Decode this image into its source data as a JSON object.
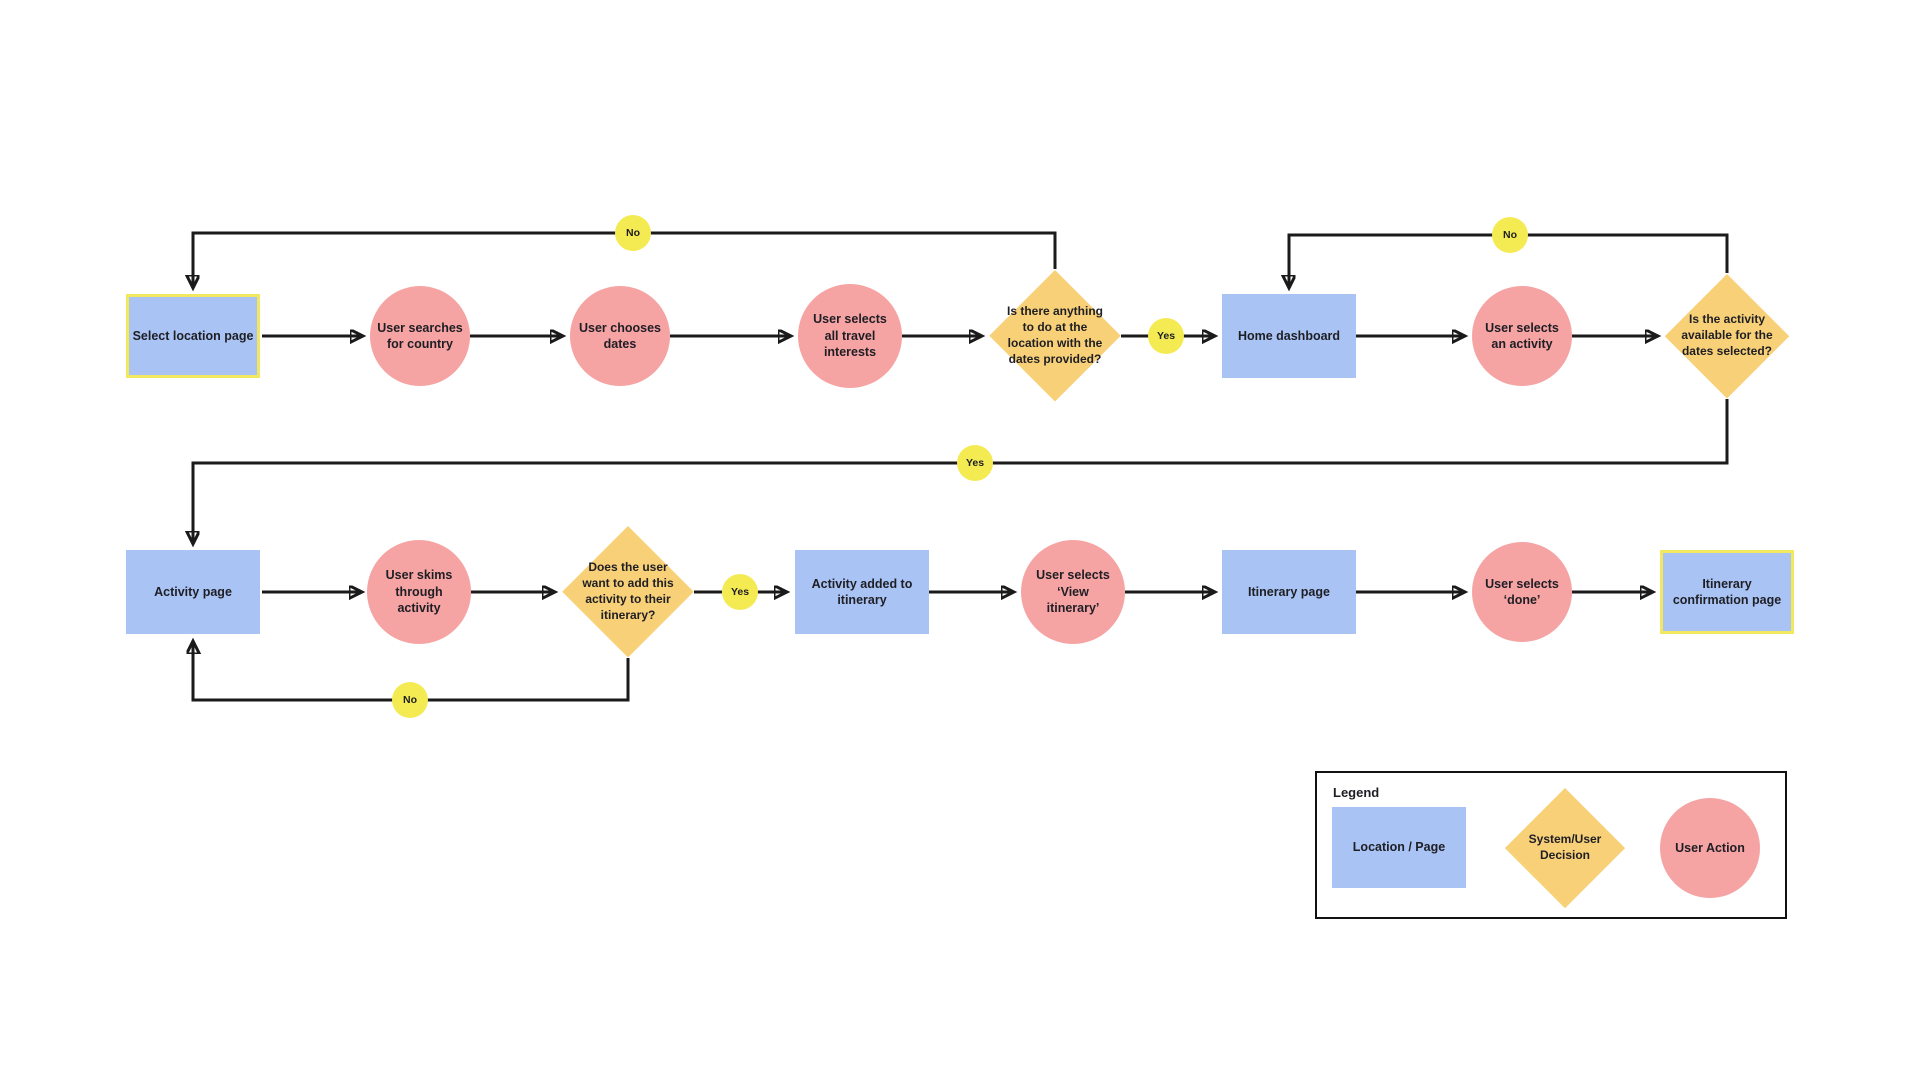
{
  "nodes": {
    "select_location_page": "Select location page",
    "user_searches_country": "User searches for country",
    "user_chooses_dates": "User chooses dates",
    "user_selects_interests": "User selects all travel interests",
    "anything_to_do_decision": "Is there anything to do at the location with the dates provided?",
    "home_dashboard": "Home dashboard",
    "user_selects_activity": "User selects an activity",
    "activity_available_decision": "Is the activity available for the dates selected?",
    "activity_page": "Activity page",
    "user_skims_activity": "User skims through activity",
    "add_activity_decision": "Does the user want to add this activity to their itinerary?",
    "activity_added": "Activity added to itinerary",
    "user_selects_view_itinerary": "User selects ‘View itinerary’",
    "itinerary_page": "Itinerary page",
    "user_selects_done": "User selects ‘done’",
    "itinerary_confirmation_page": "Itinerary confirmation page"
  },
  "connector_labels": {
    "yes": "Yes",
    "no": "No"
  },
  "legend": {
    "title": "Legend",
    "location_page": "Location / Page",
    "decision": "System/User Decision",
    "user_action": "User Action"
  },
  "colors": {
    "page_fill": "#a9c4f4",
    "action_fill": "#f5a3a3",
    "decision_fill": "#f8d077",
    "label_fill": "#f4eb52",
    "highlight_border": "#f2e85e",
    "connector": "#1a1a1a",
    "text": "#1e1e24"
  }
}
